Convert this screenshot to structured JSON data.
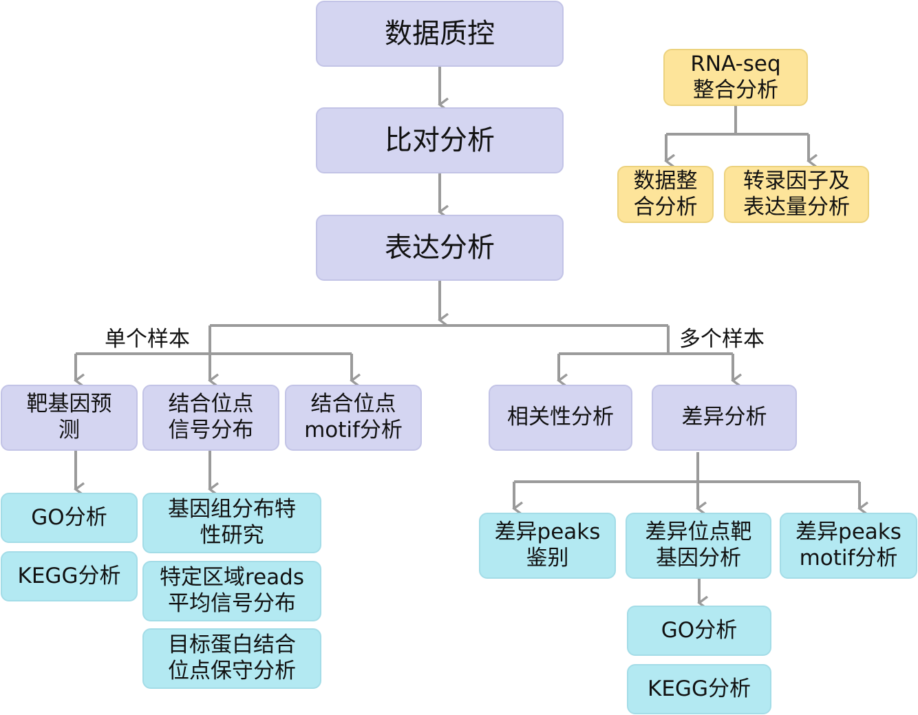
{
  "nodes": {
    "qc": "数据质控",
    "align": "比对分析",
    "expr": "表达分析",
    "rna_seq": "RNA-seq\n整合分析",
    "data_integration": "数据整\n合分析",
    "tf_expr": "转录因子及\n表达量分析",
    "target_gene_pred": "靶基因预\n测",
    "binding_signal": "结合位点\n信号分布",
    "binding_motif": "结合位点\nmotif分析",
    "correlation": "相关性分析",
    "differential": "差异分析",
    "go_left": "GO分析",
    "kegg_left": "KEGG分析",
    "genome_dist": "基因组分布特\n性研究",
    "region_reads": "特定区域reads\n平均信号分布",
    "conservation": "目标蛋白结合\n位点保守分析",
    "diff_peaks": "差异peaks\n鉴别",
    "diff_target_gene": "差异位点靶\n基因分析",
    "diff_peaks_motif": "差异peaks\nmotif分析",
    "go_right": "GO分析",
    "kegg_right": "KEGG分析"
  },
  "branch_labels": {
    "single_sample": "单个样本",
    "multi_sample": "多个样本"
  },
  "colors": {
    "main_fill": "#d4d5f1",
    "analysis_fill": "#b3e9f2",
    "rnaseq_fill": "#fde49a",
    "connector": "#9a9a9a"
  }
}
